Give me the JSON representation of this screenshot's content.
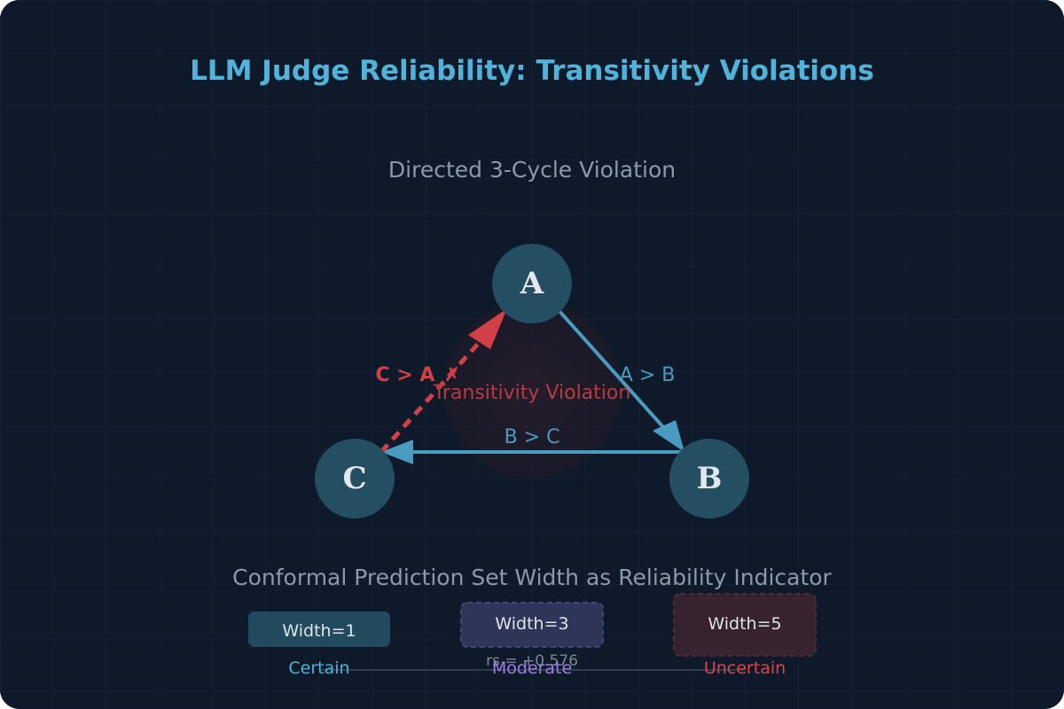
{
  "title": "LLM Judge Reliability: Transitivity Violations",
  "diagram": {
    "subtitle": "Directed 3-Cycle Violation",
    "nodes": [
      {
        "id": "A",
        "label": "A"
      },
      {
        "id": "B",
        "label": "B"
      },
      {
        "id": "C",
        "label": "C"
      }
    ],
    "edges": [
      {
        "id": "ab",
        "label": "A > B",
        "violating": false
      },
      {
        "id": "bc",
        "label": "B > C",
        "violating": false
      },
      {
        "id": "ca",
        "label": "C > A",
        "violating": true,
        "mark": "✗"
      }
    ],
    "violation_label": "Transitivity Violation"
  },
  "conformal": {
    "title": "Conformal Prediction Set Width as Reliability Indicator",
    "correlation": "rs = +0.576",
    "boxes": [
      {
        "label": "Width=1",
        "category": "Certain",
        "color": "#4fb3dc"
      },
      {
        "label": "Width=3",
        "category": "Moderate",
        "color": "#9b7fe0"
      },
      {
        "label": "Width=5",
        "category": "Uncertain",
        "color": "#d9434a"
      }
    ]
  },
  "colors": {
    "background": "#0e1a2a",
    "accent": "#4fb3dc",
    "edge": "#4a9bc0",
    "violation": "#d24046",
    "node_fill": "#244f63"
  }
}
